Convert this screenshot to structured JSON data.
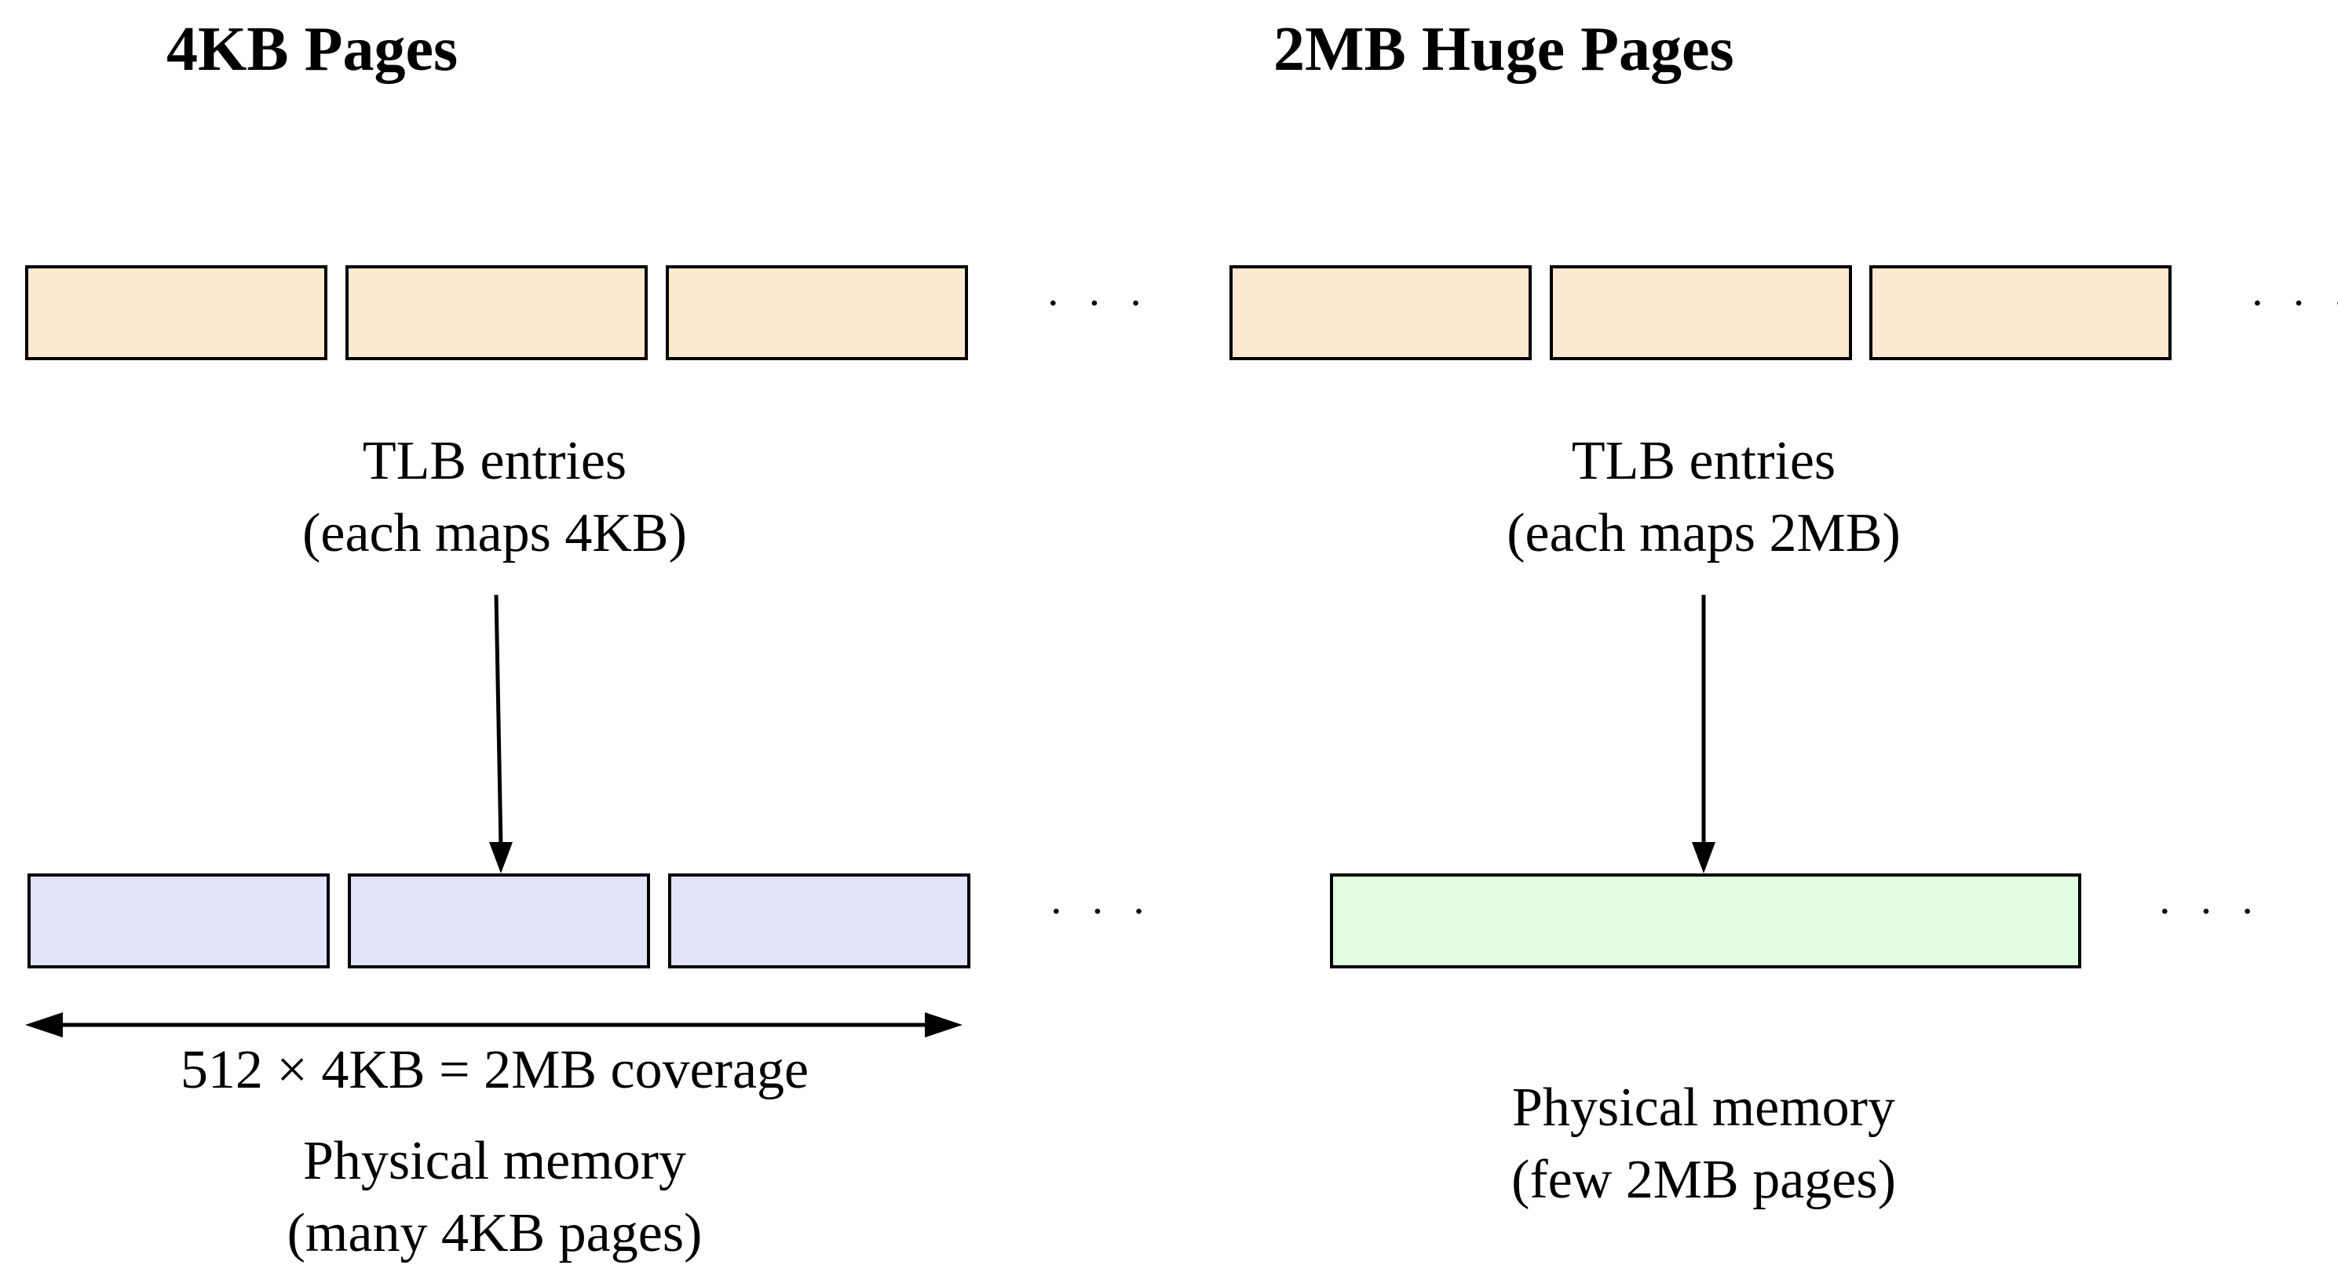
{
  "left_panel": {
    "title": "4KB Pages",
    "tlb_label_line1": "TLB entries",
    "tlb_label_line2": "(each maps 4KB)",
    "ellipsis_tlb": "· · ·",
    "ellipsis_mem": "· · ·",
    "coverage_label": "512 × 4KB = 2MB coverage",
    "memory_label_line1": "Physical memory",
    "memory_label_line2": "(many 4KB pages)"
  },
  "right_panel": {
    "title": "2MB Huge Pages",
    "tlb_label_line1": "TLB entries",
    "tlb_label_line2": "(each maps 2MB)",
    "ellipsis_tlb": "· · ·",
    "ellipsis_mem": "· · ·",
    "memory_label_line1": "Physical memory",
    "memory_label_line2": "(few 2MB pages)"
  },
  "colors": {
    "tlb_entry_fill": "#fde8d2",
    "small_page_fill": "#e2e3fb",
    "huge_page_fill": "#e0fbdf",
    "stroke": "#000000"
  }
}
